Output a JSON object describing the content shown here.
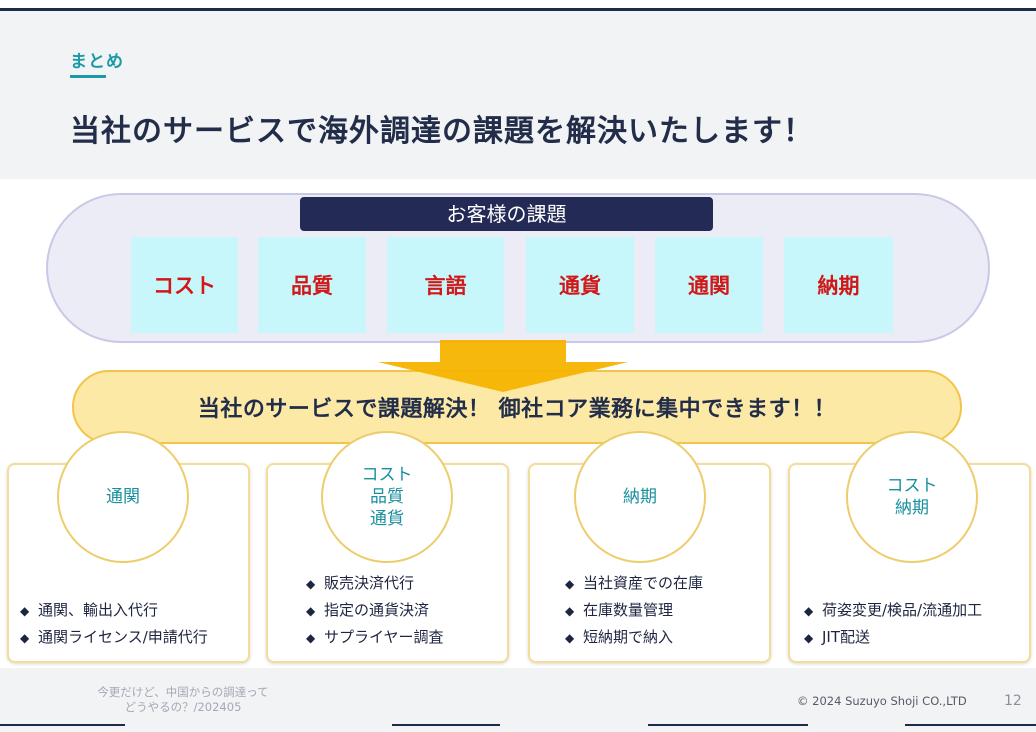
{
  "header": {
    "section_label": "まとめ",
    "title": "当社のサービスで海外調達の課題を解決いたします！"
  },
  "challenges": {
    "heading": "お客様の課題",
    "items": [
      "コスト",
      "品質",
      "言語",
      "通貨",
      "通関",
      "納期"
    ]
  },
  "banner": {
    "text": "当社のサービスで課題解決！ 御社コア業務に集中できます！！"
  },
  "services": [
    {
      "circle_lines": [
        "通関"
      ],
      "bullets": [
        "通関、輸出入代行",
        "通関ライセンス/申請代行"
      ]
    },
    {
      "circle_lines": [
        "コスト",
        "品質",
        "通貨"
      ],
      "bullets": [
        "販売決済代行",
        "指定の通貨決済",
        "サプライヤー調査"
      ]
    },
    {
      "circle_lines": [
        "納期"
      ],
      "bullets": [
        "当社資産での在庫",
        "在庫数量管理",
        "短納期で納入"
      ]
    },
    {
      "circle_lines": [
        "コスト",
        "納期"
      ],
      "bullets": [
        "荷姿変更/検品/流通加工",
        "JIT配送"
      ]
    }
  ],
  "bullet_marker": "◆",
  "footer": {
    "note_line1": "今更だけど、中国からの調達って",
    "note_line2": "どうやるの？/202405",
    "copyright": "© 2024 Suzuyo Shoji CO.,LTD",
    "page_number": "12"
  },
  "colors": {
    "navy": "#1e2a4a",
    "teal": "#1a9aa8",
    "challenge_red": "#d01818",
    "challenge_box": "#c8f7fb",
    "banner_fill": "#fde9a6",
    "arrow": "#f6b400"
  }
}
